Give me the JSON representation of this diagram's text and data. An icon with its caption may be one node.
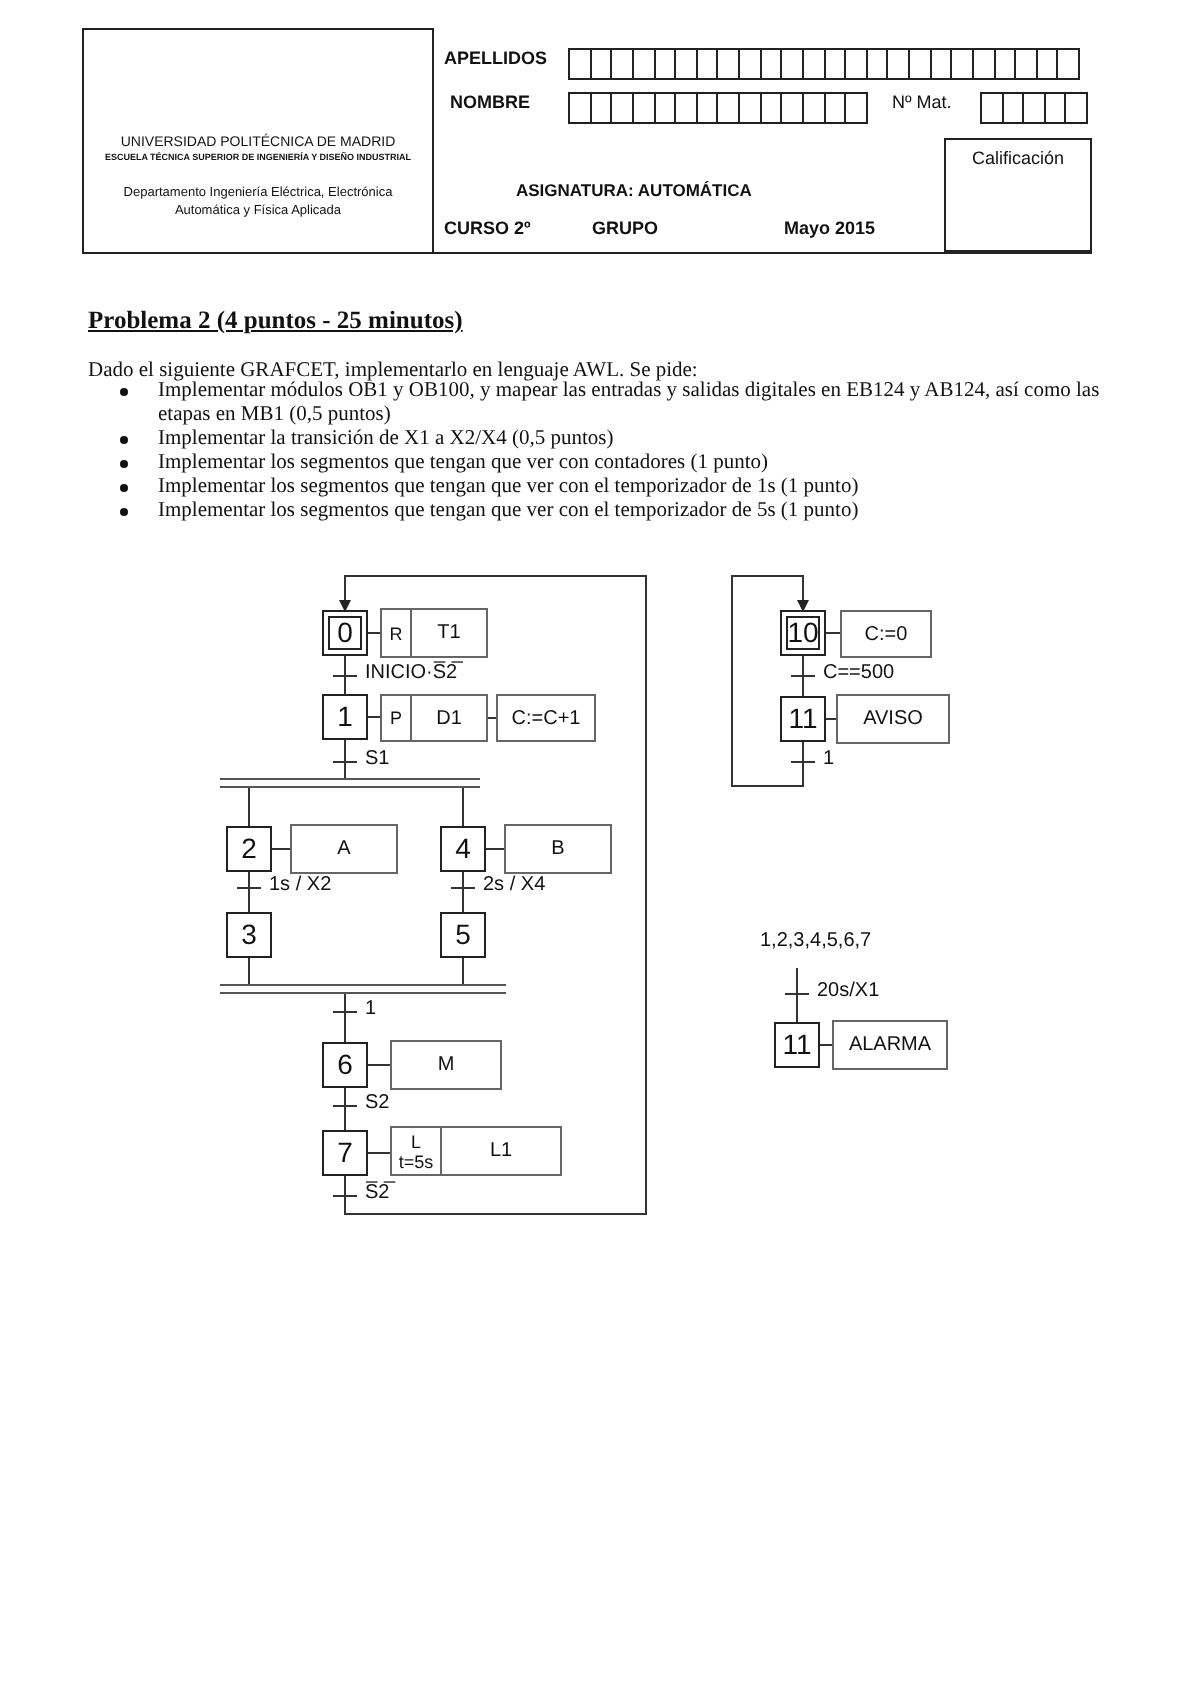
{
  "diagram": {
    "title": "Problema 2 (4 puntos - 25 minutos)",
    "nodes": [
      {
        "text": [
          "0"
        ]
      },
      {
        "text": [
          "R",
          "T1"
        ]
      },
      {
        "text": [
          "1"
        ]
      },
      {
        "text": [
          "P",
          "D1"
        ]
      },
      {
        "text": [
          "C:=C+1"
        ]
      },
      {
        "text": [],
        "shape": "bar"
      },
      {
        "text": [
          "2"
        ]
      },
      {
        "text": [
          "A"
        ]
      },
      {
        "text": [
          "4"
        ]
      },
      {
        "text": [
          "B"
        ]
      },
      {
        "text": [
          "3"
        ]
      },
      {
        "text": [
          "5"
        ]
      },
      {
        "text": [],
        "shape": "bar"
      },
      {
        "text": [
          "6"
        ]
      },
      {
        "text": [
          "M"
        ]
      },
      {
        "text": [
          "7"
        ]
      },
      {
        "text": [
          "L t=5s",
          "L1"
        ]
      },
      {
        "text": [
          "10"
        ]
      },
      {
        "text": [
          "C:=0"
        ]
      },
      {
        "text": [
          "11"
        ]
      },
      {
        "text": [
          "AVISO"
        ]
      },
      {
        "text": [
          "1,2,3,4,5,6,7"
        ]
      },
      {
        "text": [
          "11"
        ]
      },
      {
        "text": [
          "ALARMA"
        ]
      },
      {
        "text": [
          "Calificación"
        ]
      }
    ],
    "edges": [
      {
        "from": 0,
        "to": 1,
        "arrow": "none"
      },
      {
        "from": 0,
        "to": 2,
        "arrow": "none",
        "label": "INICIO·S̅2̅"
      },
      {
        "from": 2,
        "to": 3,
        "arrow": "none"
      },
      {
        "from": 3,
        "to": 4,
        "arrow": "none"
      },
      {
        "from": 2,
        "to": 5,
        "arrow": "none",
        "label": "S1"
      },
      {
        "from": 5,
        "to": 6,
        "arrow": "none"
      },
      {
        "from": 5,
        "to": 8,
        "arrow": "none"
      },
      {
        "from": 6,
        "to": 7,
        "arrow": "none"
      },
      {
        "from": 8,
        "to": 9,
        "arrow": "none"
      },
      {
        "from": 6,
        "to": 10,
        "arrow": "none",
        "label": "1s / X2"
      },
      {
        "from": 8,
        "to": 11,
        "arrow": "none",
        "label": "2s / X4"
      },
      {
        "from": 10,
        "to": 12,
        "arrow": "none"
      },
      {
        "from": 11,
        "to": 12,
        "arrow": "none"
      },
      {
        "from": 12,
        "to": 13,
        "arrow": "none",
        "label": "1"
      },
      {
        "from": 13,
        "to": 14,
        "arrow": "none"
      },
      {
        "from": 13,
        "to": 15,
        "arrow": "none",
        "label": "S2"
      },
      {
        "from": 15,
        "to": 16,
        "arrow": "none"
      },
      {
        "from": 15,
        "to": 0,
        "arrow": "to",
        "label": "S̅2̅"
      },
      {
        "from": 17,
        "to": 18,
        "arrow": "none"
      },
      {
        "from": 17,
        "to": 19,
        "arrow": "none",
        "label": "C==500"
      },
      {
        "from": 19,
        "to": 20,
        "arrow": "none"
      },
      {
        "from": 19,
        "to": 17,
        "arrow": "to",
        "label": "1"
      },
      {
        "from": 21,
        "to": 22,
        "arrow": "none",
        "label": "20s/X1"
      },
      {
        "from": 22,
        "to": 23,
        "arrow": "none"
      }
    ],
    "labels": [
      "APELLIDOS",
      "NOMBRE",
      "Nº Mat.",
      "UNIVERSIDAD POLITÉCNICA DE MADRID",
      "ESCUELA TÉCNICA SUPERIOR DE INGENIERÍA Y DISEÑO INDUSTRIAL",
      "Departamento Ingeniería Eléctrica, Electrónica Automática y Física Aplicada",
      "ASIGNATURA: AUTOMÁTICA",
      "CURSO 2º",
      "GRUPO",
      "Mayo 2015",
      "Dado el siguiente GRAFCET, implementarlo en lenguaje AWL. Se pide:",
      "Implementar módulos OB1 y OB100, y mapear las entradas y salidas digitales en EB124 y AB124, así como las etapas en MB1 (0,5 puntos)",
      "Implementar la transición de X1 a X2/X4 (0,5 puntos)",
      "Implementar los segmentos que tengan que ver con contadores (1 punto)",
      "Implementar los segmentos que tengan que ver con el temporizador de 1s (1 punto)",
      "Implementar los segmentos que tengan que ver con el temporizador de 5s (1 punto)"
    ]
  }
}
